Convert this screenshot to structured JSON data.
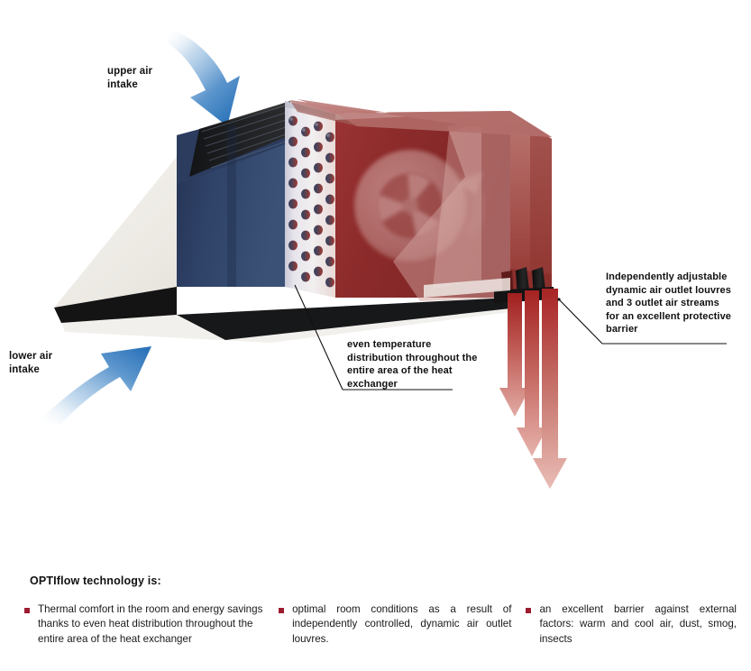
{
  "figure": {
    "title": "OPTIflow air curtain cutaway illustration",
    "callouts": [
      {
        "id": "upper-air-intake",
        "text": "upper air\nintake"
      },
      {
        "id": "lower-air-intake",
        "text": "lower air\nintake"
      },
      {
        "id": "even-temperature",
        "text": "even temperature distribution throughout the entire area of the heat exchanger"
      },
      {
        "id": "outlet-louvres",
        "text": "Independently adjustable dynamic air outlet louvres and 3 outlet air streams for an excellent protective barrier"
      }
    ],
    "labels": {
      "upper_air_intake_line1": "upper air",
      "upper_air_intake_line2": "intake",
      "lower_air_intake_line1": "lower air",
      "lower_air_intake_line2": "intake",
      "even_temperature": "even temperature distribution throughout the entire area of the heat exchanger",
      "outlet_louvres": "Independently adjustable dynamic air outlet louvres and 3 outlet air streams for an excellent protective barrier"
    },
    "components": {
      "cold_section": "cold air inlet plenum",
      "heat_exchanger": "heat exchanger tube bank",
      "warm_section": "warm air chamber",
      "fan": "cross-flow fan impeller",
      "louvres": "outlet louvre blades",
      "casing": "unit casing end panel"
    },
    "arrows": {
      "intake_count": 2,
      "outlet_stream_count": 3,
      "intake_color": "#3d85c6",
      "outlet_color": "#b02b2b"
    },
    "colors": {
      "cold": "#2d4166",
      "hot": "#8e2b2b",
      "casing": "#efece7",
      "accent": "#9c1c30",
      "louvre": "#1c1a1a"
    }
  },
  "bottom": {
    "heading": "OPTIflow technology is:",
    "benefits": [
      "Thermal comfort in the room and ener-gy savings thanks to even heat distribu-tion throughout the entire area of the heat exchanger",
      "optimal room conditions as a result of independently controlled, dynamic air outlet louvres.",
      "an excellent barrier against external factors: warm and cool air, dust, smog, insects"
    ],
    "benefit_1": "Thermal comfort in the room and energy savings thanks to even heat distribution throughout the entire area of the heat exchanger",
    "benefit_2": "optimal room conditions as a result of independently controlled, dynamic air outlet louvres.",
    "benefit_3": "an excellent barrier against external factors: warm and cool air, dust, smog, insects"
  }
}
